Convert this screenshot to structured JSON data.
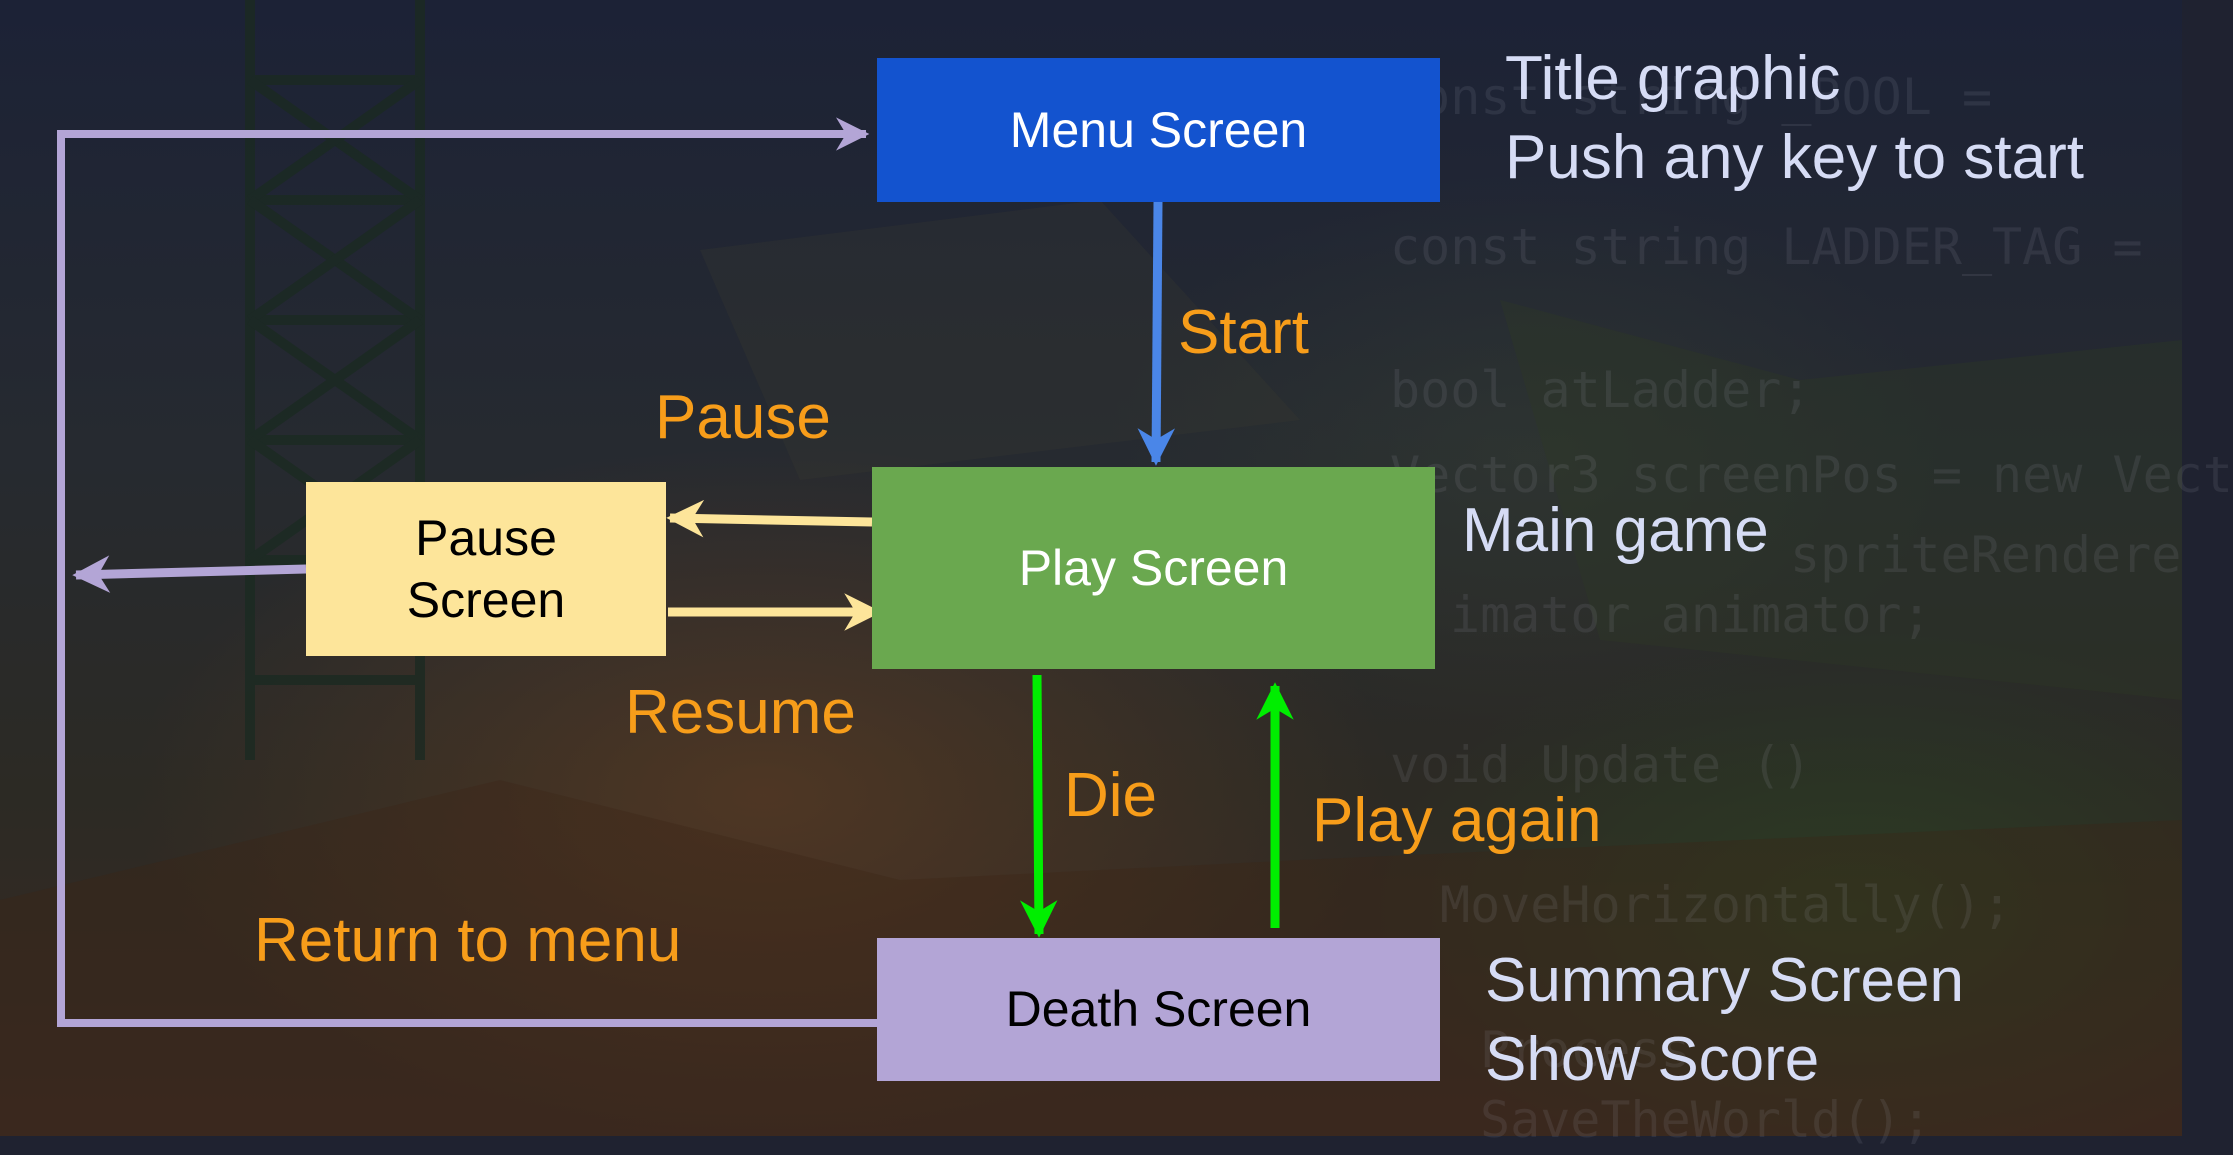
{
  "colors": {
    "menu_fill": "#1353cf",
    "play_fill": "#6aa84f",
    "pause_fill": "#fde59a",
    "death_fill": "#b3a5d6",
    "label_orange": "#f79d1a",
    "note_text": "#d6dcf5",
    "start_arrow": "#4a86e8",
    "pause_arrow": "#fde59a",
    "die_arrow": "#00ee00",
    "return_arrow": "#b3a5d6"
  },
  "boxes": {
    "menu": "Menu Screen",
    "play": "Play Screen",
    "pause": "Pause\nScreen",
    "death": "Death Screen"
  },
  "transitions": {
    "start": "Start",
    "pause": "Pause",
    "resume": "Resume",
    "die": "Die",
    "play_again": "Play again",
    "return_to_menu": "Return to menu"
  },
  "notes": {
    "menu_line1": "Title graphic",
    "menu_line2": "Push any key to start",
    "play": "Main game",
    "death_line1": "Summary Screen",
    "death_line2": "Show Score"
  },
  "background_code": [
    "const string _BOOL =",
    "const string LADDER_TAG =",
    "bool atLadder;",
    "Vector3 screenPos = new Vect",
    "spriteRendere",
    "imator animator;",
    "void Update ()",
    "MoveHorizontally();",
    "Process",
    "SaveTheWorld();"
  ]
}
